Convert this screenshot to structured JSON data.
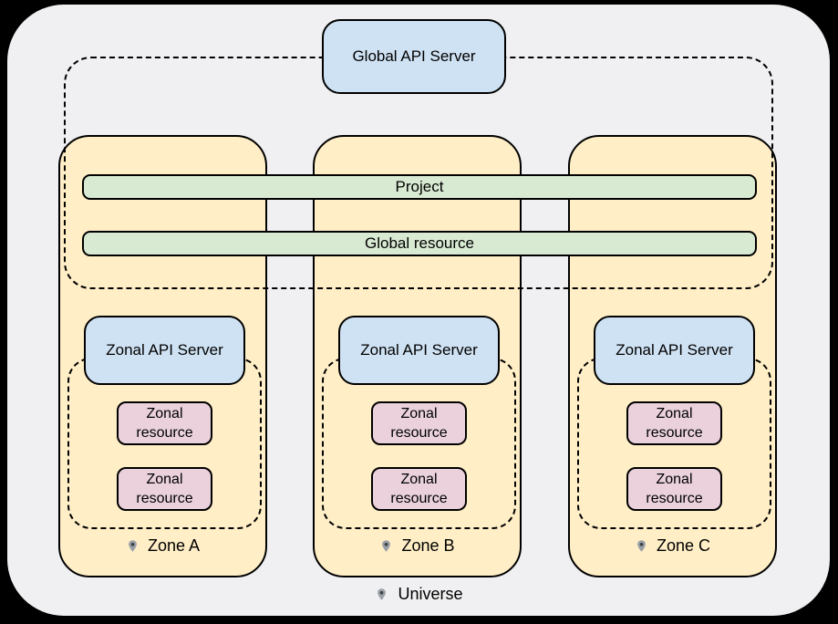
{
  "diagram": {
    "global_api_server_label": "Global API Server",
    "project_label": "Project",
    "global_resource_label": "Global resource",
    "universe_label": "Universe",
    "zones": [
      {
        "name": "Zone A",
        "api_server_label": "Zonal API Server",
        "resources": [
          "Zonal resource",
          "Zonal resource"
        ]
      },
      {
        "name": "Zone B",
        "api_server_label": "Zonal API Server",
        "resources": [
          "Zonal resource",
          "Zonal resource"
        ]
      },
      {
        "name": "Zone C",
        "api_server_label": "Zonal API Server",
        "resources": [
          "Zonal resource",
          "Zonal resource"
        ]
      }
    ]
  },
  "icons": {
    "zone_marker": "location-pin-icon",
    "universe_marker": "location-pin-icon"
  },
  "colors": {
    "page_background": "#000000",
    "universe_fill": "#f0f0f2",
    "zone_fill": "#ffeec6",
    "api_server_fill": "#cfe2f3",
    "global_bar_fill": "#d9ead3",
    "zonal_resource_fill": "#ead1dc",
    "stroke": "#000000",
    "pin_body": "#9aa0a6",
    "pin_dot": "#3c4043"
  }
}
